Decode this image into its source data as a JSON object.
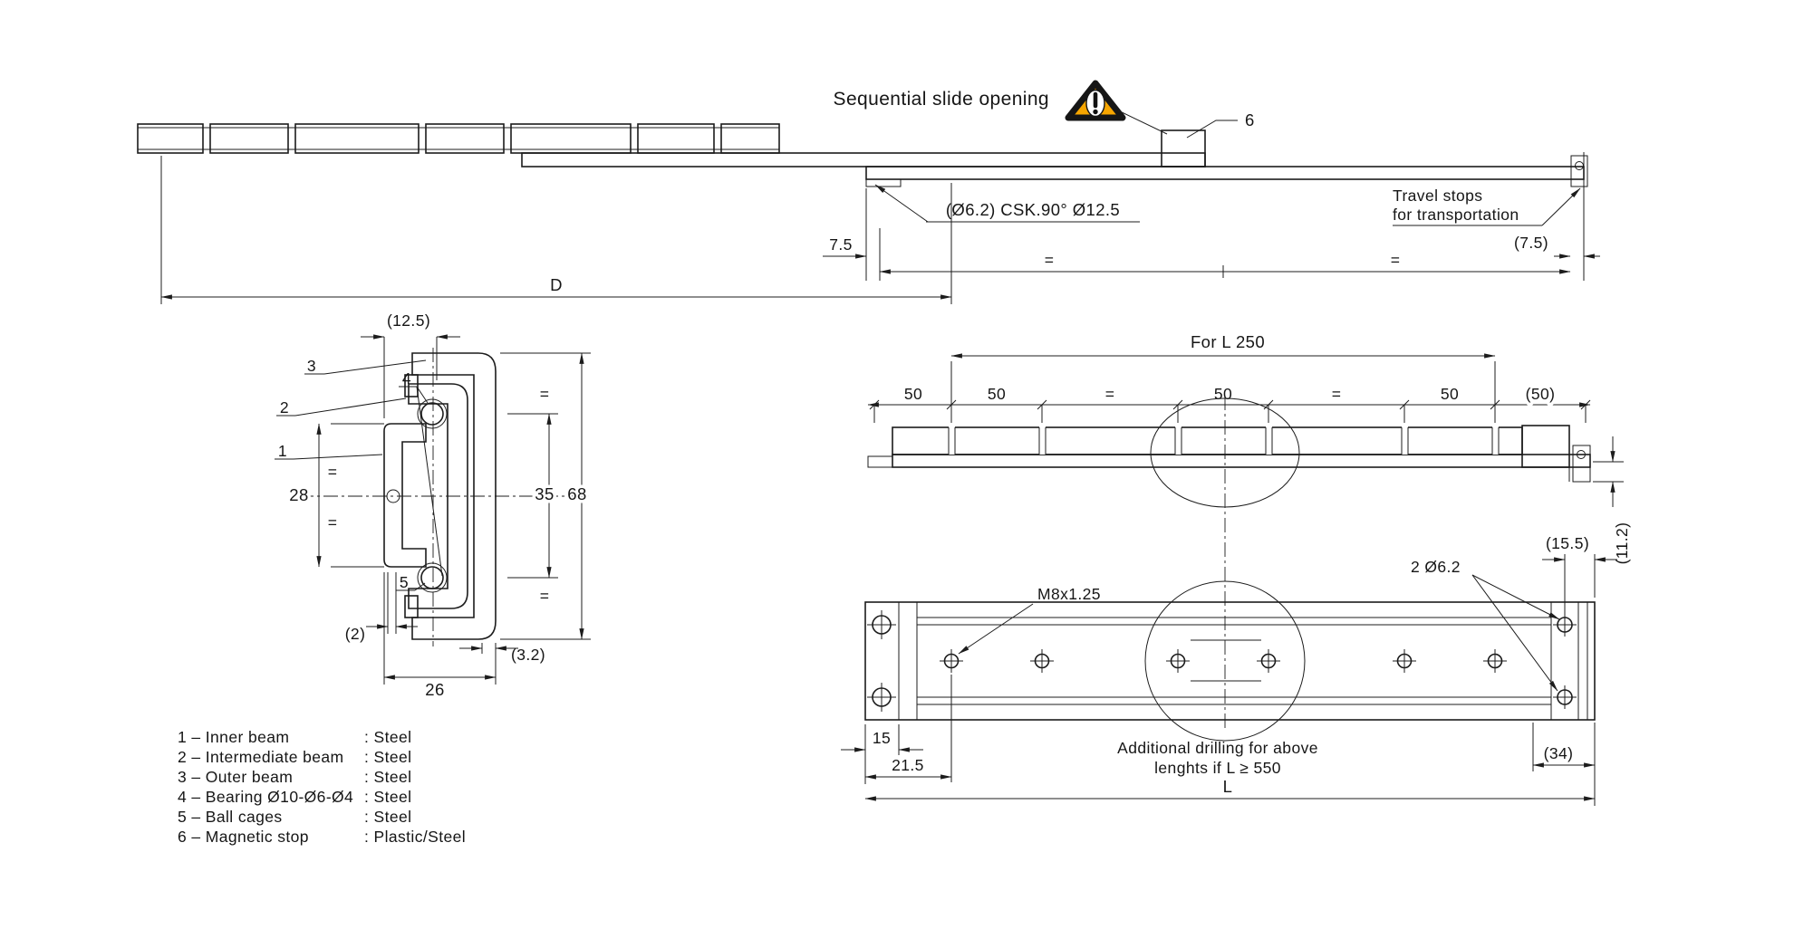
{
  "colors": {
    "line": "#1c1c1c",
    "warning_orange": "#F7A600"
  },
  "top_view": {
    "heading": "Sequential  slide  opening",
    "callout_magnetic_stop": "6",
    "csk_note": "(Ø6.2)  CSK.90°  Ø12.5",
    "dim_left_offset": "7.5",
    "eq_left": "=",
    "eq_right": "=",
    "dim_right_offset": "(7.5)",
    "travel_stops_line1": "Travel  stops",
    "travel_stops_line2": "for  transportation",
    "dim_overall": "D"
  },
  "section_view": {
    "dim_top": "(12.5)",
    "callout_outer_beam": "3",
    "callout_bearing": "4",
    "callout_intermediate_beam": "2",
    "callout_inner_beam": "1",
    "callout_ball_cage": "5",
    "dim_inner_height": "28",
    "eq_left_upper": "=",
    "eq_left_lower": "=",
    "dim_mid_height": "35",
    "dim_overall_height": "68",
    "eq_top": "=",
    "eq_bottom": "=",
    "dim_lip": "(2)",
    "dim_bottom_lip": "(3.2)",
    "dim_width": "26"
  },
  "side_view": {
    "heading_dim": "For  L  250",
    "dims": [
      "50",
      "50",
      "=",
      "50",
      "=",
      "50",
      "(50)"
    ],
    "dim_height": "(11.2)",
    "dim_end_offset": "(15.5)"
  },
  "plan_view": {
    "thread_callout": "M8x1.25",
    "hole_callout": "2  Ø6.2",
    "dim_edge": "15",
    "dim_first_hole": "21.5",
    "dim_end": "(34)",
    "dim_length": "L",
    "note_line1": "Additional  drilling  for  above",
    "note_line2": "lenghts  if  L  ≥  550"
  },
  "parts_list": {
    "items": [
      {
        "label": "1  –  Inner beam",
        "value": ":  Steel"
      },
      {
        "label": "2  –  Intermediate beam",
        "value": ":  Steel"
      },
      {
        "label": "3  –  Outer beam",
        "value": ":  Steel"
      },
      {
        "label": "4  –  Bearing Ø10-Ø6-Ø4",
        "value": ":  Steel"
      },
      {
        "label": "5  –  Ball cages",
        "value": ":  Steel"
      },
      {
        "label": "6  –  Magnetic stop",
        "value": ":  Plastic/Steel"
      }
    ]
  }
}
